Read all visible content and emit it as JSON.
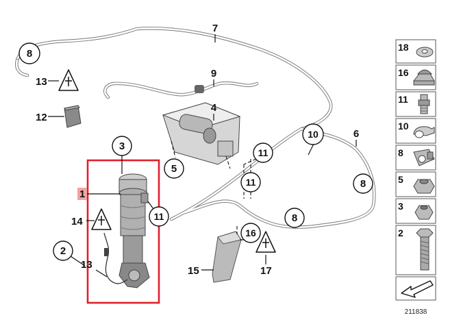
{
  "diagram_id": "211838",
  "callouts": {
    "c8_top_left": "8",
    "c7": "7",
    "c13": "13",
    "c12": "12",
    "c9": "9",
    "c4": "4",
    "c3": "3",
    "c10": "10",
    "c6": "6",
    "c5": "5",
    "c11_right_top": "11",
    "c11_right_bottom": "11",
    "c8_right": "8",
    "c1": "1",
    "c11_strut": "11",
    "c14": "14",
    "c8_bottom": "8",
    "c2": "2",
    "c13_bottom": "13",
    "c16": "16",
    "c15": "15",
    "c17": "17"
  },
  "sidebar": {
    "items": [
      {
        "label": "18",
        "icon": "washer-icon"
      },
      {
        "label": "16",
        "icon": "cap-nut-icon"
      },
      {
        "label": "11",
        "icon": "connector-fitting-icon"
      },
      {
        "label": "10",
        "icon": "pipe-clamp-icon"
      },
      {
        "label": "8",
        "icon": "pipe-holder-icon"
      },
      {
        "label": "5",
        "icon": "collar-nut-icon"
      },
      {
        "label": "3",
        "icon": "hex-nut-icon"
      },
      {
        "label": "2",
        "icon": "hex-bolt-icon"
      }
    ]
  },
  "colors": {
    "highlight": "#e0202a",
    "highlight_label_bg": "#f4a3a3",
    "line": "#111111"
  }
}
